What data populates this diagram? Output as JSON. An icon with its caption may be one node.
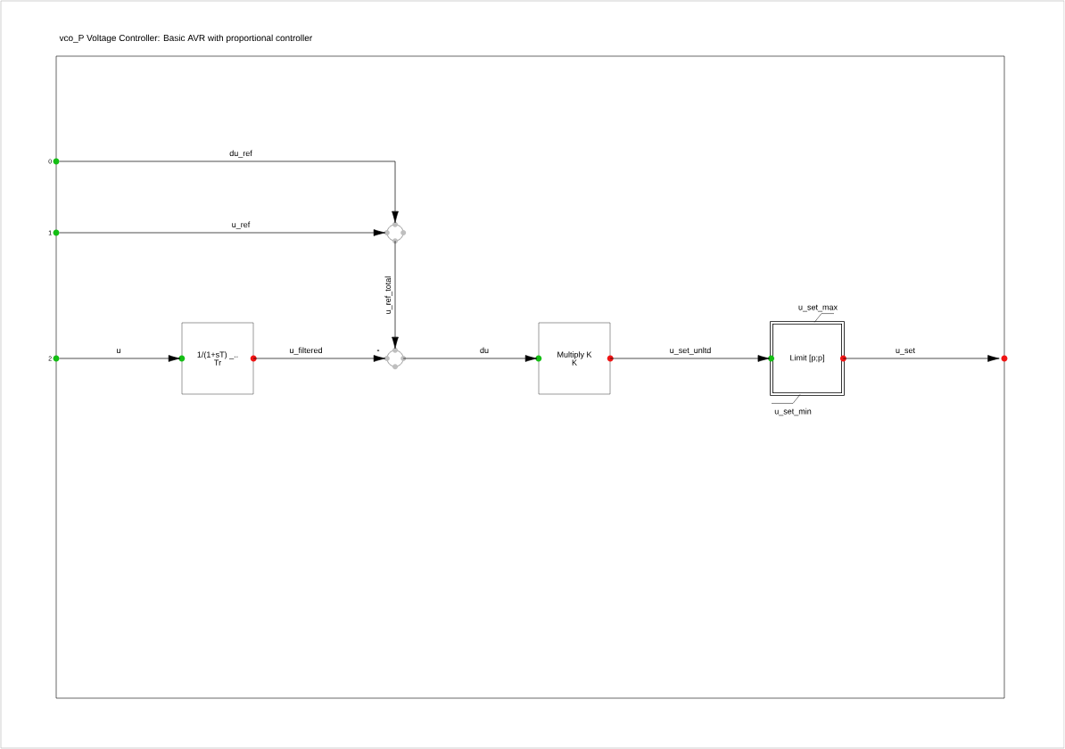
{
  "diagram": {
    "title": "vco_P Voltage Controller: Basic AVR with proportional controller",
    "nodes": [
      {
        "text": [
          "0"
        ]
      },
      {
        "text": [
          "1"
        ]
      },
      {
        "text": [
          "2"
        ]
      },
      {
        "text": [
          "1/(1+sT) _..",
          "Tr"
        ]
      },
      {
        "text": [],
        "shape": "circle"
      },
      {
        "text": [],
        "shape": "circle"
      },
      {
        "text": [
          "Multiply K",
          "K"
        ]
      },
      {
        "text": [
          "Limit [p;p]"
        ],
        "beside": [
          "u_set_max",
          "u_set_min"
        ]
      },
      {
        "text": [],
        "shape": "circle"
      }
    ],
    "edges": [
      {
        "from": 0,
        "to": 4,
        "arrow": "to",
        "label": "du_ref"
      },
      {
        "from": 1,
        "to": 4,
        "arrow": "to",
        "label": "u_ref"
      },
      {
        "from": 2,
        "to": 3,
        "arrow": "to",
        "label": "u"
      },
      {
        "from": 3,
        "to": 5,
        "arrow": "to",
        "label": "u_filtered"
      },
      {
        "from": 4,
        "to": 5,
        "arrow": "to",
        "label": "u_ref_total"
      },
      {
        "from": 5,
        "to": 6,
        "arrow": "to",
        "label": "du"
      },
      {
        "from": 6,
        "to": 7,
        "arrow": "to",
        "label": "u_set_unltd"
      },
      {
        "from": 7,
        "to": 8,
        "arrow": "to",
        "label": "u_set"
      }
    ],
    "labels": [
      "-"
    ]
  }
}
